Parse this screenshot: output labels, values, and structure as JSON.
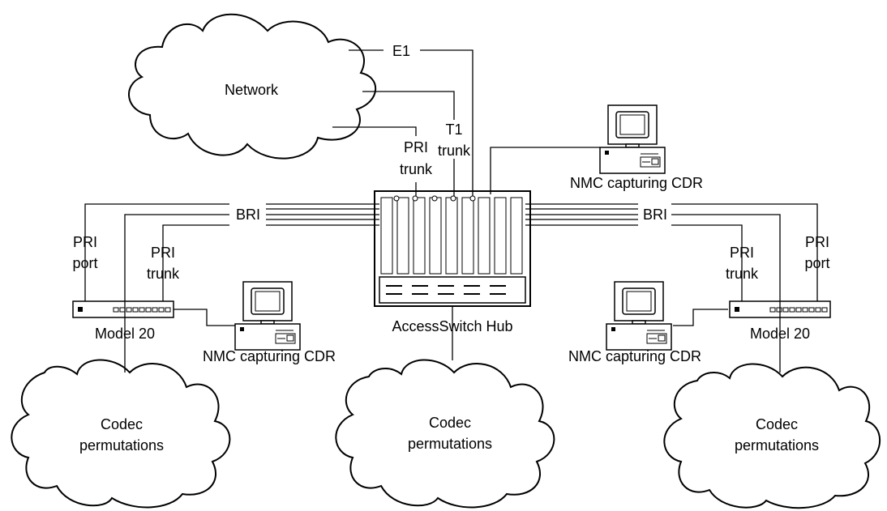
{
  "labels": {
    "network": "Network",
    "e1": "E1",
    "t1_line1": "T1",
    "t1_line2": "trunk",
    "pri_trunk_center_line1": "PRI",
    "pri_trunk_center_line2": "trunk",
    "bri_left": "BRI",
    "bri_right": "BRI",
    "hub": "AccessSwitch Hub",
    "nmc_top": "NMC capturing CDR",
    "pri_port_left_line1": "PRI",
    "pri_port_left_line2": "port",
    "pri_trunk_left_line1": "PRI",
    "pri_trunk_left_line2": "trunk",
    "model20_left": "Model 20",
    "nmc_left": "NMC capturing CDR",
    "pri_trunk_right_line1": "PRI",
    "pri_trunk_right_line2": "trunk",
    "pri_port_right_line1": "PRI",
    "pri_port_right_line2": "port",
    "model20_right": "Model 20",
    "nmc_right": "NMC capturing CDR",
    "codec_left_line1": "Codec",
    "codec_left_line2": "permutations",
    "codec_center_line1": "Codec",
    "codec_center_line2": "permutations",
    "codec_right_line1": "Codec",
    "codec_right_line2": "permutations"
  },
  "icons": {
    "cloud": "cloud-icon",
    "hub": "hub-chassis-icon",
    "router": "router-icon",
    "computer": "workstation-icon"
  }
}
